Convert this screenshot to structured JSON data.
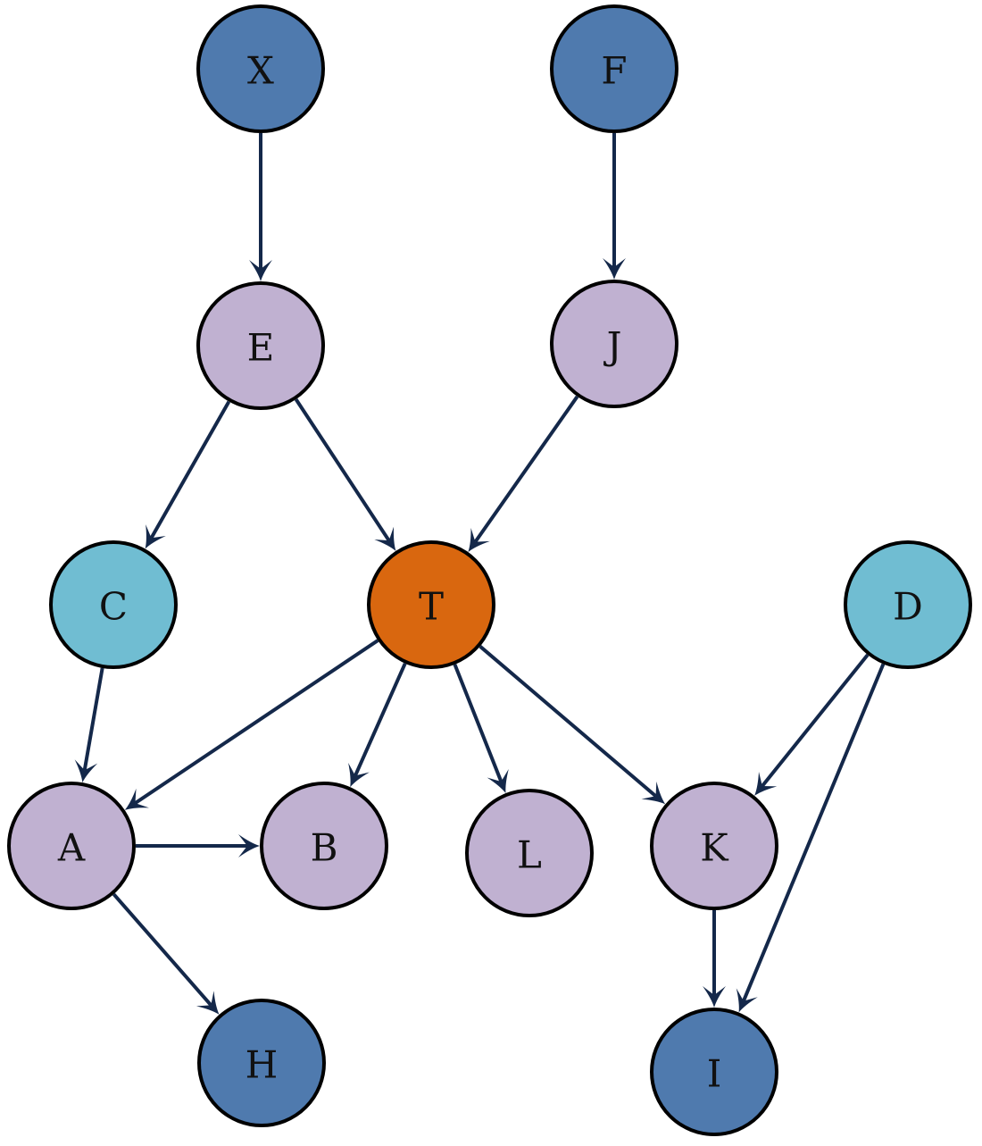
{
  "diagram": {
    "type": "directed-graph",
    "colors": {
      "root": "#4f7aae",
      "intermediate": "#c0b1d1",
      "confounder": "#70bdd2",
      "treatment": "#d9670f",
      "edge": "#14284a"
    },
    "nodes": [
      {
        "id": "X",
        "label": "X",
        "role": "root"
      },
      {
        "id": "F",
        "label": "F",
        "role": "root"
      },
      {
        "id": "E",
        "label": "E",
        "role": "intermediate"
      },
      {
        "id": "J",
        "label": "J",
        "role": "intermediate"
      },
      {
        "id": "C",
        "label": "C",
        "role": "confounder"
      },
      {
        "id": "T",
        "label": "T",
        "role": "treatment"
      },
      {
        "id": "D",
        "label": "D",
        "role": "confounder"
      },
      {
        "id": "A",
        "label": "A",
        "role": "intermediate"
      },
      {
        "id": "B",
        "label": "B",
        "role": "intermediate"
      },
      {
        "id": "L",
        "label": "L",
        "role": "intermediate"
      },
      {
        "id": "K",
        "label": "K",
        "role": "intermediate"
      },
      {
        "id": "H",
        "label": "H",
        "role": "root"
      },
      {
        "id": "I",
        "label": "I",
        "role": "root"
      }
    ],
    "edges": [
      {
        "from": "X",
        "to": "E"
      },
      {
        "from": "F",
        "to": "J"
      },
      {
        "from": "E",
        "to": "C"
      },
      {
        "from": "E",
        "to": "T"
      },
      {
        "from": "J",
        "to": "T"
      },
      {
        "from": "C",
        "to": "A"
      },
      {
        "from": "T",
        "to": "A"
      },
      {
        "from": "T",
        "to": "B"
      },
      {
        "from": "T",
        "to": "L"
      },
      {
        "from": "T",
        "to": "K"
      },
      {
        "from": "D",
        "to": "K"
      },
      {
        "from": "D",
        "to": "I"
      },
      {
        "from": "A",
        "to": "B"
      },
      {
        "from": "A",
        "to": "H"
      },
      {
        "from": "K",
        "to": "I"
      }
    ]
  }
}
